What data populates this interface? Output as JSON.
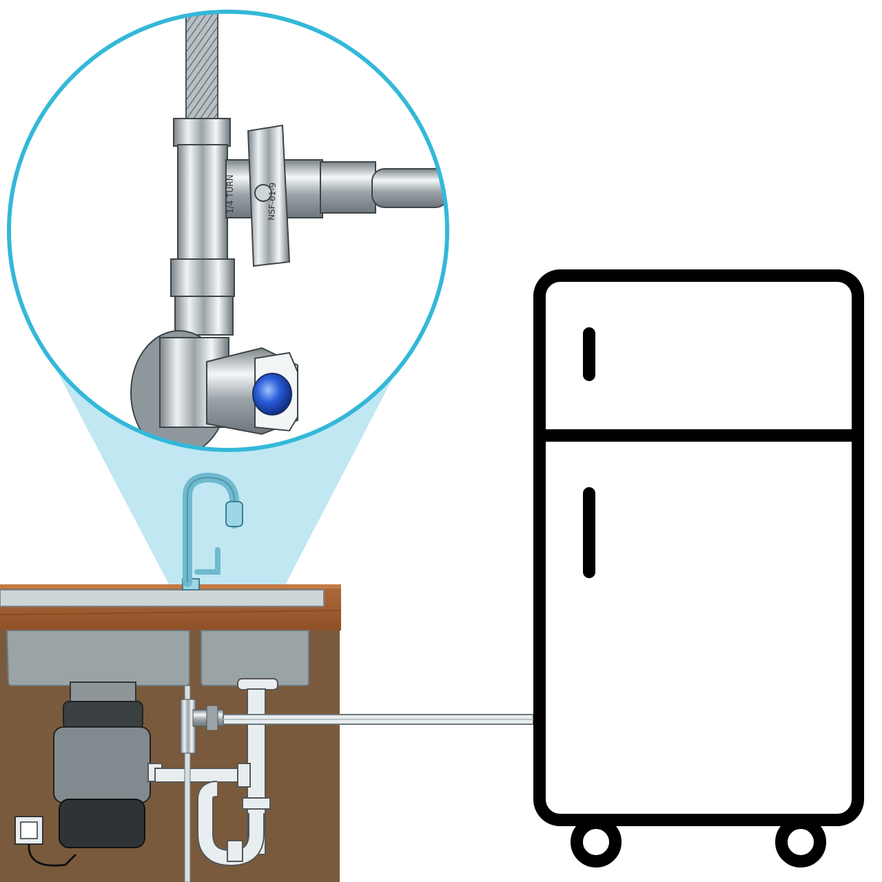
{
  "diagram": {
    "kind": "illustration",
    "components": [
      {
        "id": "zoom-callout",
        "desc": "circular magnified view of valve and tee fitting"
      },
      {
        "id": "faucet"
      },
      {
        "id": "sink"
      },
      {
        "id": "cabinet"
      },
      {
        "id": "garbage-disposal"
      },
      {
        "id": "p-trap"
      },
      {
        "id": "tee-valve"
      },
      {
        "id": "water-line"
      },
      {
        "id": "refrigerator"
      },
      {
        "id": "wall-outlet"
      }
    ],
    "valve_marking_text": [
      "1/4 TURN",
      "NSF-61-9"
    ],
    "colors": {
      "callout_ring": "#34b8d8",
      "callout_beam": "#b6e3f1",
      "cabinet": "#7a5a3c",
      "countertop": "#a8653a",
      "sink": "#9aa4a6",
      "pipe": "#e8eef0",
      "disposal": "#4a4f52",
      "fridge_stroke": "#000000",
      "handle_blue": "#2a5bd7"
    }
  }
}
